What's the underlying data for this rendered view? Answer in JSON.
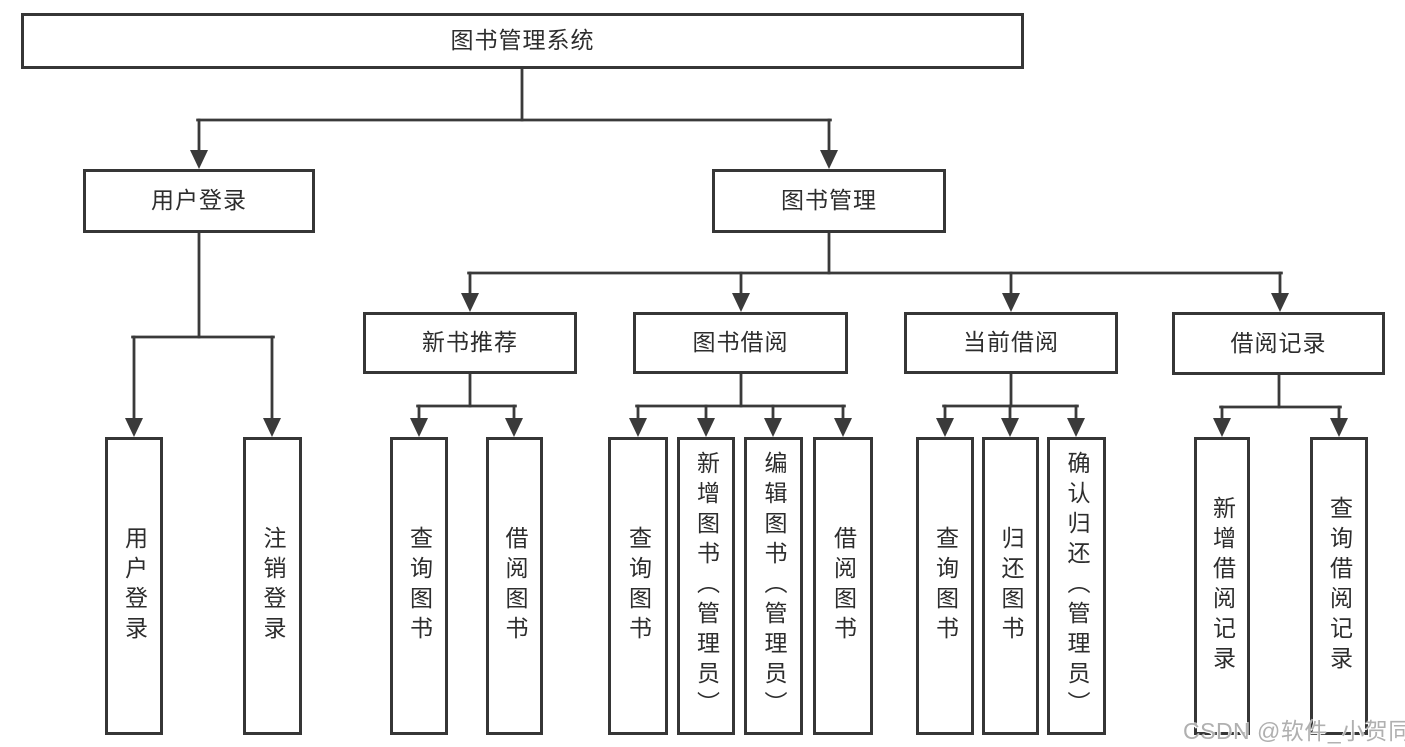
{
  "diagram": {
    "root": {
      "label": "图书管理系统"
    },
    "branches": [
      {
        "label": "用户登录",
        "children": [
          {
            "label": "用户登录"
          },
          {
            "label": "注销登录"
          }
        ]
      },
      {
        "label": "图书管理",
        "children": [
          {
            "label": "新书推荐",
            "children": [
              {
                "label": "查询图书"
              },
              {
                "label": "借阅图书"
              }
            ]
          },
          {
            "label": "图书借阅",
            "children": [
              {
                "label": "查询图书"
              },
              {
                "label": "新增图书（管理员）"
              },
              {
                "label": "编辑图书（管理员）"
              },
              {
                "label": "借阅图书"
              }
            ]
          },
          {
            "label": "当前借阅",
            "children": [
              {
                "label": "查询图书"
              },
              {
                "label": "归还图书"
              },
              {
                "label": "确认归还（管理员）"
              }
            ]
          },
          {
            "label": "借阅记录",
            "children": [
              {
                "label": "新增借阅记录"
              },
              {
                "label": "查询借阅记录"
              }
            ]
          }
        ]
      }
    ]
  },
  "watermark": {
    "text": "CSDN @软件_小贺同学"
  },
  "colors": {
    "line": "#3a3a3a",
    "border": "#363636",
    "text": "#2d2d2d",
    "watermark": "#b0b0b0",
    "background": "#ffffff"
  }
}
